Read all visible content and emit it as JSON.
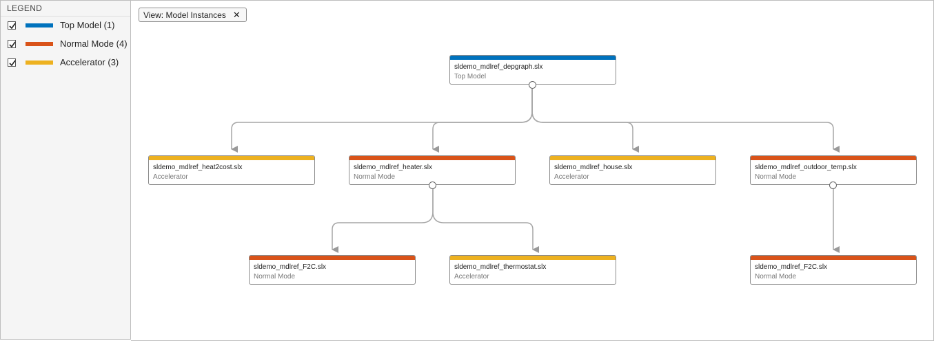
{
  "legend": {
    "title": "LEGEND",
    "items": [
      {
        "label": "Top Model (1)",
        "color": "#0072bd",
        "checked": true
      },
      {
        "label": "Normal Mode (4)",
        "color": "#d95319",
        "checked": true
      },
      {
        "label": "Accelerator (3)",
        "color": "#edb120",
        "checked": true
      }
    ]
  },
  "view": {
    "label": "View: Model Instances",
    "close_icon": "close-icon"
  },
  "nodes": [
    {
      "name": "sldemo_mdlref_depgraph.slx",
      "mode": "Top Model",
      "color": "#0072bd"
    },
    {
      "name": "sldemo_mdlref_heat2cost.slx",
      "mode": "Accelerator",
      "color": "#edb120"
    },
    {
      "name": "sldemo_mdlref_heater.slx",
      "mode": "Normal Mode",
      "color": "#d95319"
    },
    {
      "name": "sldemo_mdlref_house.slx",
      "mode": "Accelerator",
      "color": "#edb120"
    },
    {
      "name": "sldemo_mdlref_outdoor_temp.slx",
      "mode": "Normal Mode",
      "color": "#d95319"
    },
    {
      "name": "sldemo_mdlref_F2C.slx",
      "mode": "Normal Mode",
      "color": "#d95319"
    },
    {
      "name": "sldemo_mdlref_thermostat.slx",
      "mode": "Accelerator",
      "color": "#edb120"
    },
    {
      "name": "sldemo_mdlref_F2C.slx",
      "mode": "Normal Mode",
      "color": "#d95319"
    }
  ]
}
